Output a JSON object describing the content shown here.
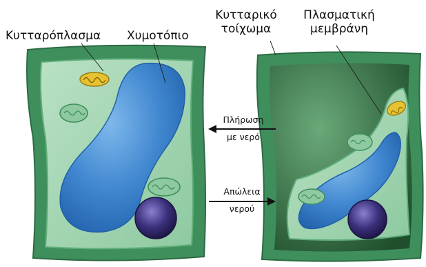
{
  "labels": {
    "cytoplasm": "Κυτταρόπλασμα",
    "vacuole": "Χυμοτόπιο",
    "cell_wall_line1": "Κυτταρικό",
    "cell_wall_line2": "τοίχωμα",
    "membrane_line1": "Πλασματική",
    "membrane_line2": "μεμβράνη"
  },
  "arrows": {
    "top_line1": "Πλήρωση",
    "top_line2": "με νερό",
    "bottom_line1": "Απώλεια",
    "bottom_line2": "νερού"
  },
  "colors": {
    "wall": "#3f8f5c",
    "wall_dark": "#2c6b43",
    "cytoplasm": "#a8d7b7",
    "vacuole": "#3f86cf",
    "vacuole_dark": "#1f5fa8",
    "nucleus": "#3a2f7a",
    "mitochondrion": "#e6c232",
    "gap": "#2f6a3e"
  }
}
